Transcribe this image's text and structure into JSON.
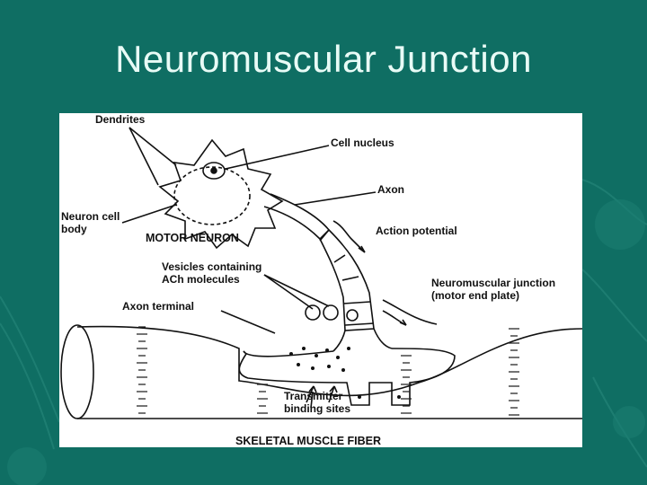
{
  "slide": {
    "title": "Neuromuscular Junction",
    "colors": {
      "background": "#0f6e63",
      "title": "#e8fbf6",
      "figure_bg": "#ffffff",
      "ink": "#111111"
    }
  },
  "diagram": {
    "labels": {
      "dendrites": "Dendrites",
      "cell_nucleus": "Cell nucleus",
      "axon": "Axon",
      "neuron_cell_body": "Neuron cell\nbody",
      "motor_neuron": "MOTOR NEURON",
      "action_potential": "Action potential",
      "vesicles": "Vesicles containing\nACh molecules",
      "neuromuscular_junction": "Neuromuscular junction\n(motor end plate)",
      "axon_terminal": "Axon terminal",
      "transmitter_sites": "Transmitter\nbinding sites",
      "skeletal_muscle_fiber": "SKELETAL MUSCLE FIBER"
    }
  }
}
